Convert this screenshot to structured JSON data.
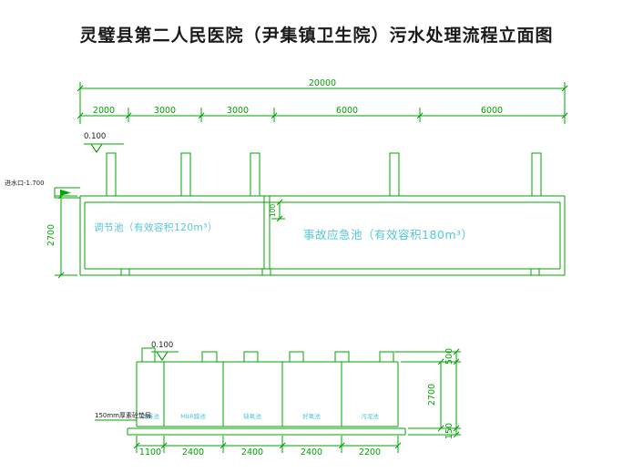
{
  "title": "灵璧县第二人民医院（尹集镇卫生院）污水处理流程立面图",
  "colors": {
    "line_green": "#00a300",
    "dim_green": "#00a300",
    "label_cyan": "#52c7d9",
    "ink": "#1a1a1a",
    "paper": "#ffffff"
  },
  "top_view": {
    "overall_dim": "20000",
    "segment_dims": [
      "2000",
      "3000",
      "3000",
      "6000",
      "6000"
    ],
    "elevation": "0.100",
    "inlet_label": "进水口-1.700",
    "height_dim": "2700",
    "slab_dim": "100",
    "tank1_label": "调节池（有效容积120m³）",
    "tank2_label": "事故应急池（有效容积180m³）"
  },
  "bottom_view": {
    "elevation": "0.100",
    "base_label": "150mm厚素砼垫层",
    "cell_labels": [
      "消毒池",
      "MBR膜池",
      "缺氧池",
      "好氧池",
      "污泥池"
    ],
    "segment_dims": [
      "1100",
      "2400",
      "2400",
      "2400",
      "2200"
    ],
    "cover_height_dim": "500",
    "height_dim": "2700",
    "base_height_dim": "150"
  }
}
